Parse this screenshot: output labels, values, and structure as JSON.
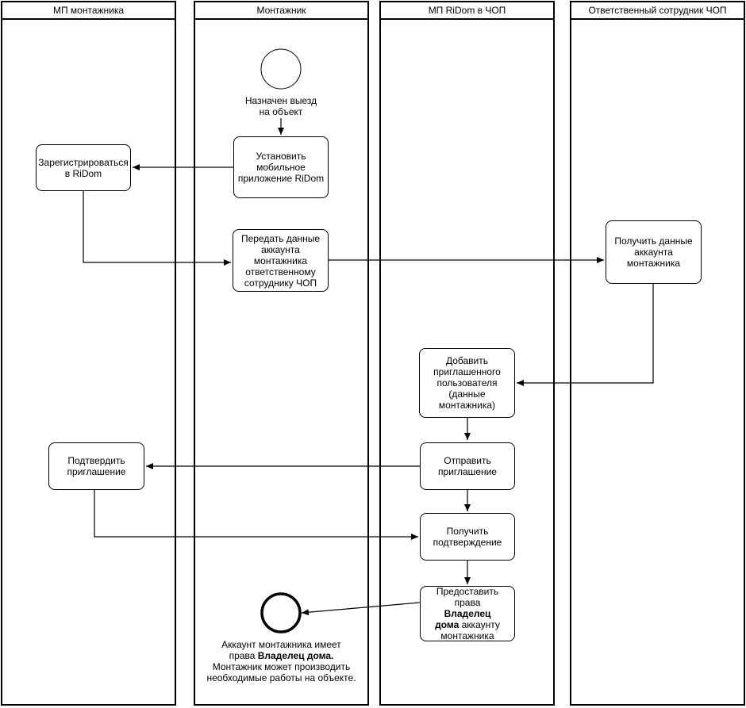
{
  "lanes": {
    "installer_app": "МП монтажника",
    "installer": "Монтажник",
    "chop_app": "МП RiDom в ЧОП",
    "chop_officer": "Ответственный сотрудник ЧОП"
  },
  "start": {
    "label_line1": "Назначен выезд",
    "label_line2": "на объект"
  },
  "steps": {
    "install_app": [
      "Установить",
      "мобильное",
      "приложение RiDom"
    ],
    "register": [
      "Зарегистрироваться",
      "в RiDom"
    ],
    "send_account": [
      "Передать данные",
      "аккаунта",
      "монтажника",
      "ответственному",
      "сотруднику ЧОП"
    ],
    "receive_account": [
      "Получить данные",
      "аккаунта",
      "монтажника"
    ],
    "add_user": [
      "Добавить",
      "приглашенного",
      "пользователя",
      "(данные",
      "монтажника)"
    ],
    "send_invite": [
      "Отправить",
      "приглашение"
    ],
    "confirm_invite": [
      "Подтвердить",
      "приглашение"
    ],
    "get_confirmation": [
      "Получить",
      "подтверждение"
    ],
    "grant_rights": {
      "line1": "Предоставить права",
      "bold1": "Владелец",
      "bold2": "дома",
      "rest2": " аккаунту",
      "line4": "монтажника"
    }
  },
  "end": {
    "line1": "Аккаунт монтажника имеет",
    "line2_prefix": "права ",
    "line2_bold": "Владелец дома.",
    "line3": "Монтажник может производить",
    "line4": "необходимые работы на объекте."
  }
}
